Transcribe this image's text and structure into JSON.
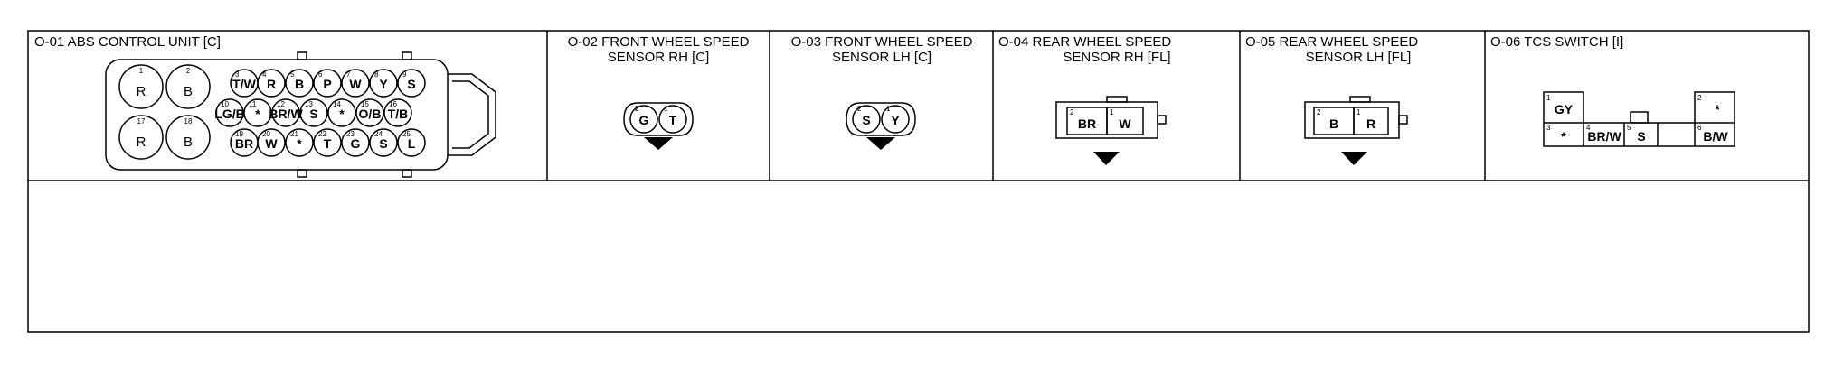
{
  "cells": [
    {
      "title_lines": [
        "O-01 ABS CONTROL UNIT [C]"
      ],
      "big_pins": [
        {
          "num": "1",
          "color": "R"
        },
        {
          "num": "2",
          "color": "B"
        },
        {
          "num": "17",
          "color": "R"
        },
        {
          "num": "18",
          "color": "B"
        }
      ],
      "small_pins": [
        {
          "num": "3",
          "color": "T/W"
        },
        {
          "num": "4",
          "color": "R"
        },
        {
          "num": "5",
          "color": "B"
        },
        {
          "num": "6",
          "color": "P"
        },
        {
          "num": "7",
          "color": "W"
        },
        {
          "num": "8",
          "color": "Y"
        },
        {
          "num": "9",
          "color": "S"
        },
        {
          "num": "10",
          "color": "LG/B"
        },
        {
          "num": "11",
          "color": "*"
        },
        {
          "num": "12",
          "color": "BR/W"
        },
        {
          "num": "13",
          "color": "S"
        },
        {
          "num": "14",
          "color": "*"
        },
        {
          "num": "15",
          "color": "O/B"
        },
        {
          "num": "16",
          "color": "T/B"
        },
        {
          "num": "19",
          "color": "BR"
        },
        {
          "num": "20",
          "color": "W"
        },
        {
          "num": "21",
          "color": "*"
        },
        {
          "num": "22",
          "color": "T"
        },
        {
          "num": "23",
          "color": "G"
        },
        {
          "num": "24",
          "color": "S"
        },
        {
          "num": "25",
          "color": "L"
        }
      ]
    },
    {
      "title_lines": [
        "O-02 FRONT WHEEL SPEED",
        "SENSOR RH [C]"
      ],
      "pins": [
        {
          "num": "2",
          "color": "G"
        },
        {
          "num": "1",
          "color": "T"
        }
      ]
    },
    {
      "title_lines": [
        "O-03 FRONT WHEEL SPEED",
        "SENSOR LH [C]"
      ],
      "pins": [
        {
          "num": "2",
          "color": "S"
        },
        {
          "num": "1",
          "color": "Y"
        }
      ]
    },
    {
      "title_lines": [
        "O-04 REAR WHEEL SPEED",
        "SENSOR RH [FL]"
      ],
      "pins": [
        {
          "num": "2",
          "color": "BR"
        },
        {
          "num": "1",
          "color": "W"
        }
      ]
    },
    {
      "title_lines": [
        "O-05 REAR WHEEL SPEED",
        "SENSOR LH [FL]"
      ],
      "pins": [
        {
          "num": "2",
          "color": "B"
        },
        {
          "num": "1",
          "color": "R"
        }
      ]
    },
    {
      "title_lines": [
        "O-06 TCS SWITCH [I]"
      ],
      "pins": [
        {
          "num": "1",
          "color": "GY"
        },
        {
          "num": "2",
          "color": "*"
        },
        {
          "num": "3",
          "color": "*"
        },
        {
          "num": "4",
          "color": "BR/W"
        },
        {
          "num": "5",
          "color": "S"
        },
        {
          "num": "6",
          "color": "B/W"
        }
      ]
    }
  ]
}
